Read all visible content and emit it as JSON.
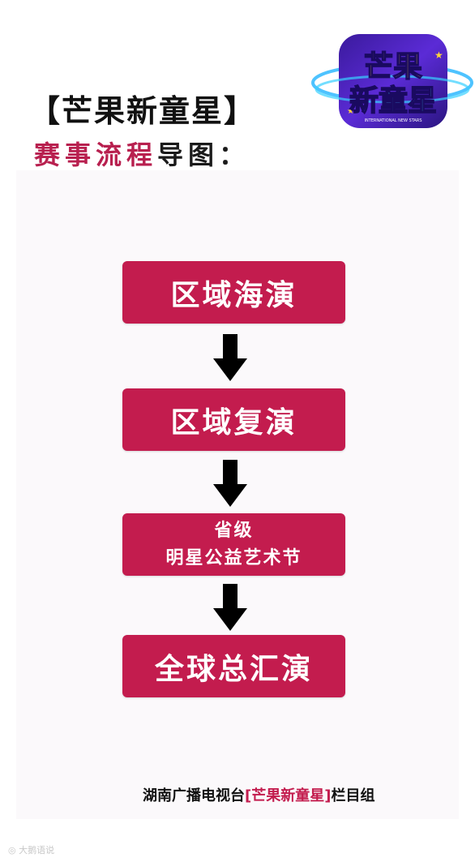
{
  "header": {
    "title": "【芒果新童星】",
    "subtitle_red": "赛事流程",
    "subtitle_dark": "导图："
  },
  "logo": {
    "line1": "芒果",
    "line2": "新童星",
    "tagline": "INTERNATIONAL NEW STARS"
  },
  "flow": {
    "steps": [
      {
        "line1": "区域海演"
      },
      {
        "line1": "区域复演"
      },
      {
        "line1": "省级",
        "line2": "明星公益艺术节"
      },
      {
        "line1": "全球总汇演"
      }
    ]
  },
  "footer": {
    "prefix": "湖南广播电视台",
    "highlight": "[芒果新童星]",
    "suffix": "栏目组"
  },
  "watermark": {
    "text": "大鹅语说"
  },
  "colors": {
    "step_fill": "#c31c4e",
    "title_accent": "#b8204f",
    "arrow": "#000000"
  }
}
